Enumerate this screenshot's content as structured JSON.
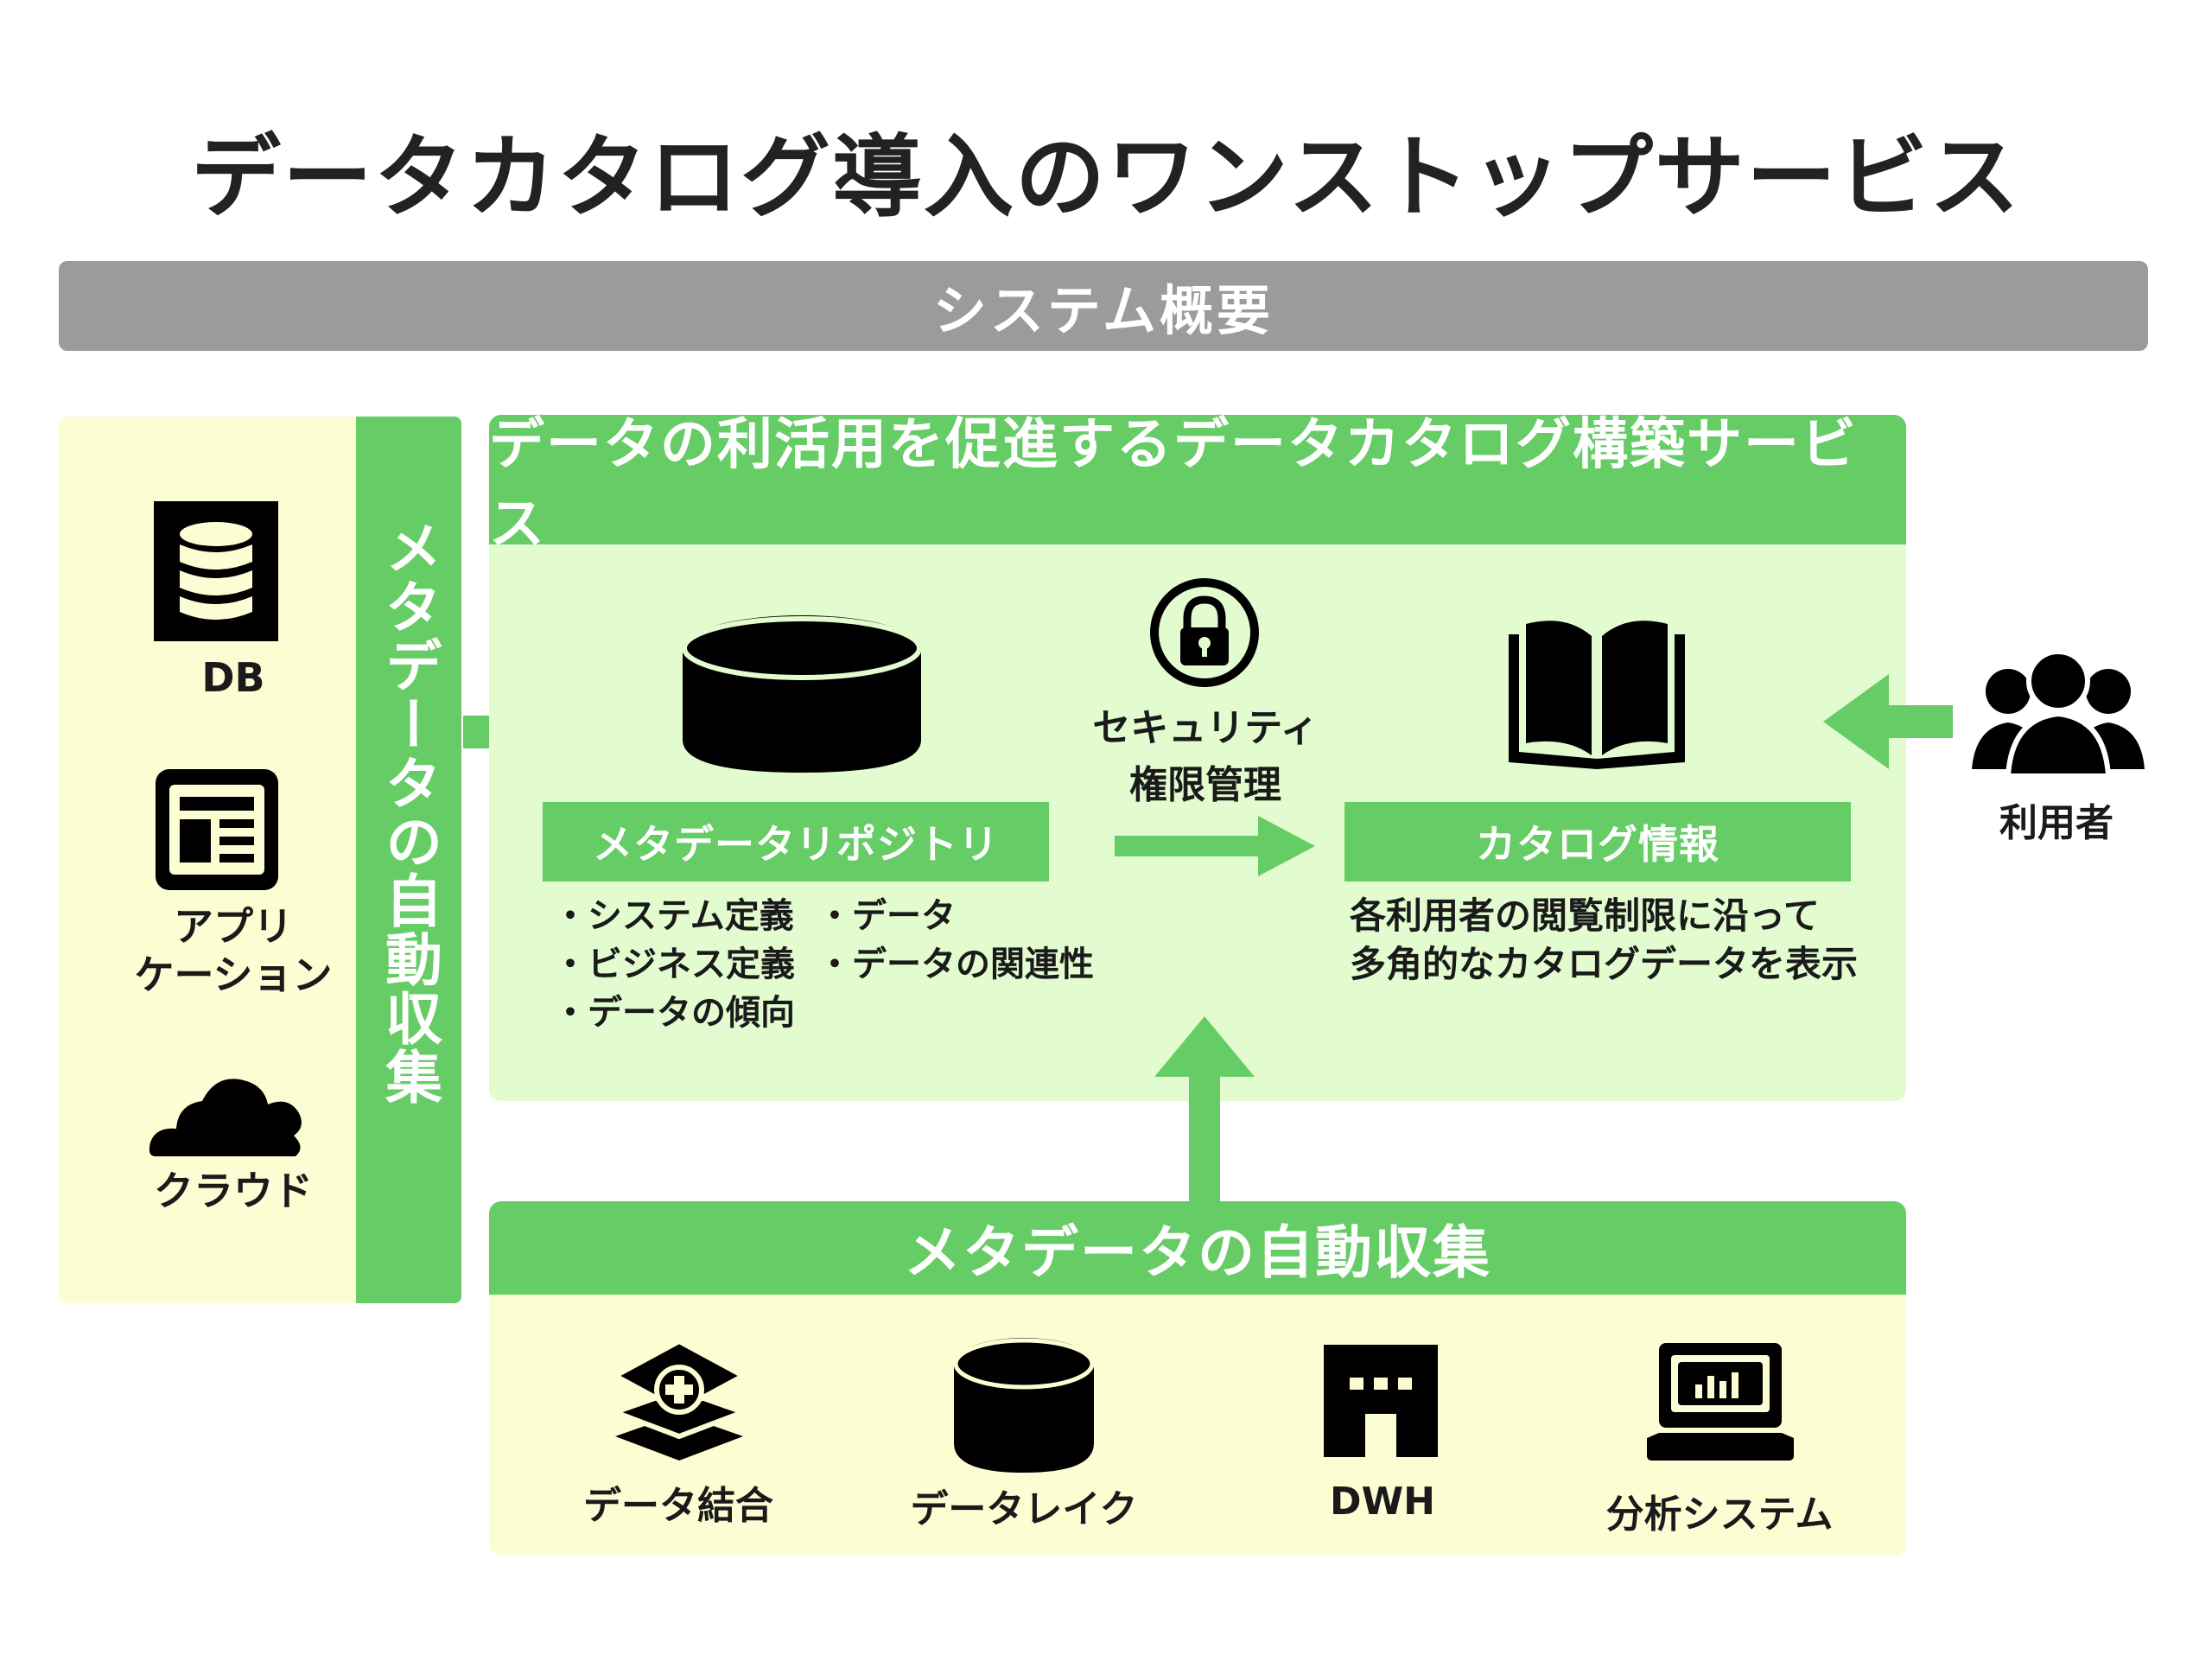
{
  "title": "データカタログ導入のワンストップサービス",
  "system_overview": "システム概要",
  "sources": {
    "db": "DB",
    "app_line1": "アプリ",
    "app_line2": "ケーション",
    "cloud": "クラウド",
    "auto_collect": "メタデータの自動収集"
  },
  "main": {
    "header": "データの利活用を促進するデータカタログ構築サービス",
    "repository_label": "メタデータリポジトリ",
    "repository_bullets_col1": [
      "・システム定義",
      "・ビジネス定義",
      "・データの傾向"
    ],
    "repository_bullets_col2": [
      "・データ",
      "・データの関連性"
    ],
    "security_line1": "セキュリティ",
    "security_line2": "権限管理",
    "catalog_label": "カタログ情報",
    "catalog_desc_line1": "各利用者の閲覧制限に沿って",
    "catalog_desc_line2": "多角的なカタログデータを表示"
  },
  "users": "利用者",
  "bottom": {
    "header": "メタデータの自動収集",
    "items": [
      "データ結合",
      "データレイク",
      "DWH",
      "分析システム"
    ]
  },
  "colors": {
    "green": "#66cc66",
    "light_green": "#e2fcd0",
    "light_yellow": "#fdfdd4",
    "gray": "#9b9b9b"
  }
}
